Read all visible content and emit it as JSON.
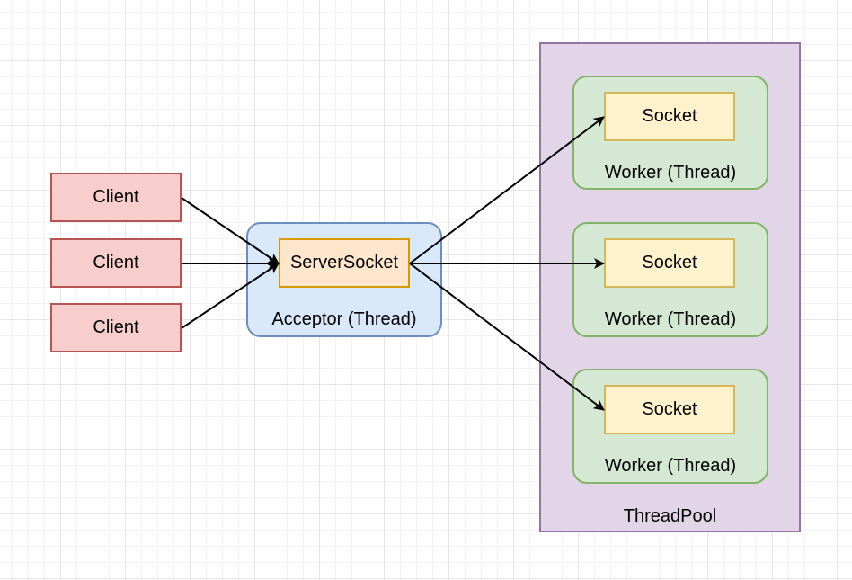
{
  "clients": [
    {
      "label": "Client"
    },
    {
      "label": "Client"
    },
    {
      "label": "Client"
    }
  ],
  "acceptor": {
    "label": "Acceptor (Thread)",
    "server_socket_label": "ServerSocket"
  },
  "thread_pool": {
    "label": "ThreadPool",
    "workers": [
      {
        "label": "Worker (Thread)",
        "socket_label": "Socket"
      },
      {
        "label": "Worker (Thread)",
        "socket_label": "Socket"
      },
      {
        "label": "Worker (Thread)",
        "socket_label": "Socket"
      }
    ]
  },
  "colors": {
    "client_fill": "#f8cecc",
    "client_stroke": "#b85450",
    "acceptor_fill": "#dae8fc",
    "acceptor_stroke": "#6c8ebf",
    "server_socket_fill": "#ffe6cc",
    "server_socket_stroke": "#d79b00",
    "pool_fill": "#e1d5e7",
    "pool_stroke": "#9673a6",
    "worker_fill": "#d5e8d4",
    "worker_stroke": "#82b366",
    "socket_fill": "#fff2cc",
    "socket_stroke": "#d6b656",
    "edge": "#000000"
  }
}
